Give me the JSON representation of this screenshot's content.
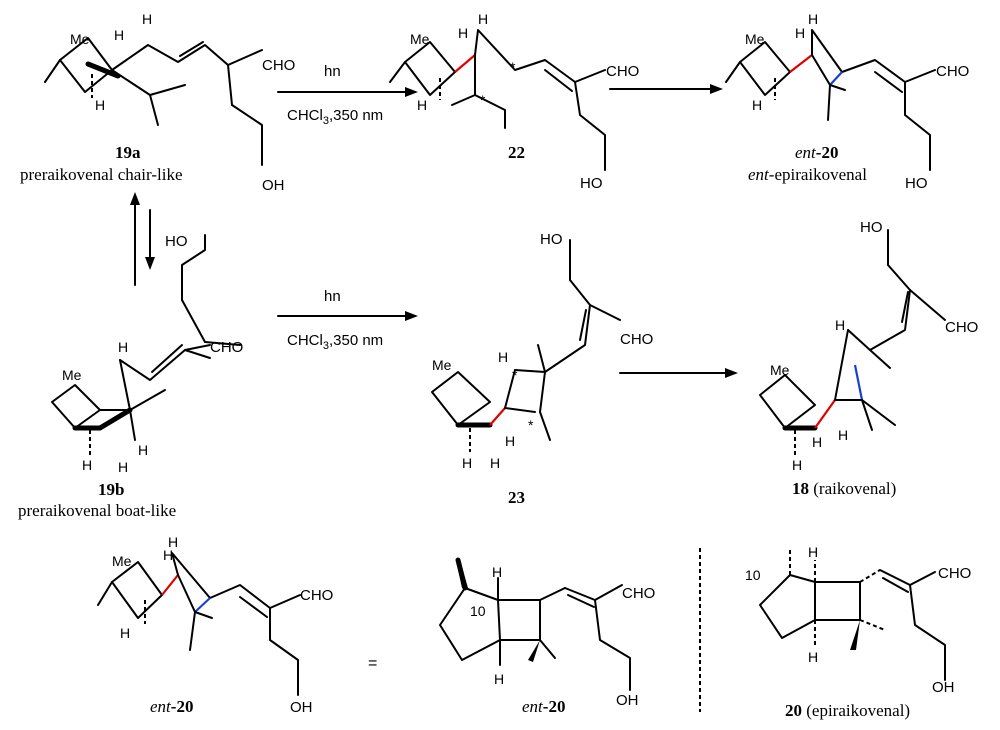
{
  "reagents": {
    "top": {
      "light": "hn",
      "conditions_prefix": "CHCl",
      "conditions_sub": "3",
      "conditions_suffix": ",350 nm"
    },
    "middle": {
      "light": "hn",
      "conditions_prefix": "CHCl",
      "conditions_sub": "3",
      "conditions_suffix": ",350 nm"
    }
  },
  "compounds": {
    "c19a": {
      "number": "19a",
      "name": "preraikovenal  chair-like"
    },
    "c19b": {
      "number": "19b",
      "name": "preraikovenal  boat-like"
    },
    "c22": {
      "number": "22"
    },
    "c23": {
      "number": "23"
    },
    "cEnt20_top": {
      "prefix": "ent",
      "number": "-20",
      "name_prefix": "ent",
      "name": "-epiraikovenal"
    },
    "c18": {
      "number": "18",
      "name": " (raikovenal)"
    },
    "cEnt20_bottom_a": {
      "prefix": "ent",
      "number": "-20"
    },
    "cEnt20_bottom_b": {
      "prefix": "ent",
      "number": "-20"
    },
    "c20": {
      "number": "20",
      "name": " (epiraikovenal)"
    }
  },
  "atoms": {
    "cho": "CHO",
    "oh": "OH",
    "ho": "HO",
    "me": "Me",
    "h": "H",
    "star": "*",
    "ten": "10"
  },
  "equals": "=",
  "colors": {
    "new_bond_red": "#e00000",
    "new_bond_blue": "#1a3fd6"
  }
}
